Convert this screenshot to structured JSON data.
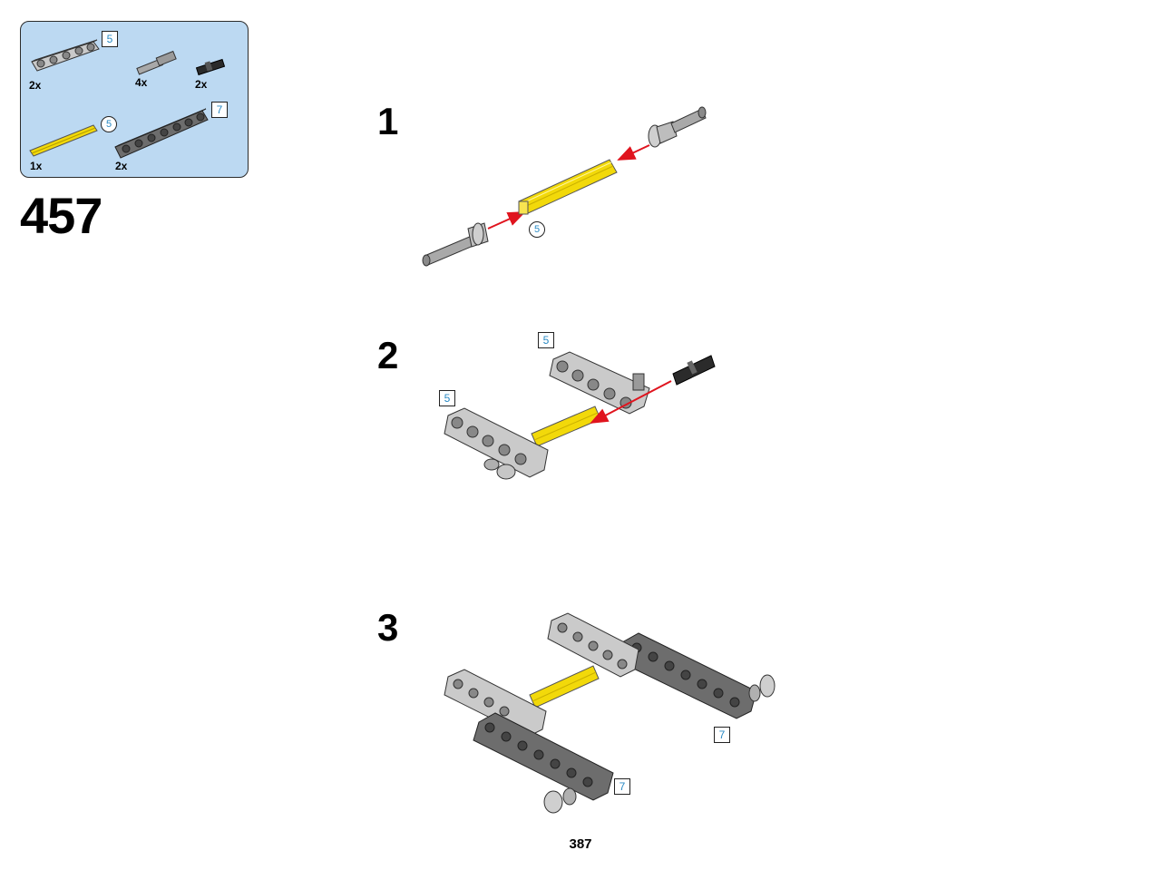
{
  "parts_panel": {
    "items": [
      {
        "name": "beam-5",
        "quantity": "2x",
        "length": "5"
      },
      {
        "name": "pin-with-friction",
        "quantity": "4x"
      },
      {
        "name": "connector-bush",
        "quantity": "2x"
      },
      {
        "name": "axle-5",
        "quantity": "1x",
        "length": "5"
      },
      {
        "name": "beam-7",
        "quantity": "2x",
        "length": "7"
      }
    ]
  },
  "step_number": "457",
  "substeps": [
    {
      "number": "1",
      "callouts": [
        "5"
      ]
    },
    {
      "number": "2",
      "callouts": [
        "5",
        "5"
      ]
    },
    {
      "number": "3",
      "callouts": [
        "7",
        "7"
      ]
    }
  ],
  "page_number": "387",
  "colors": {
    "panel_background": "#bcd9f2",
    "light_gray": "#c8c8c8",
    "dark_gray": "#6a6a6a",
    "yellow": "#f2d90a",
    "arrow_red": "#e0141e",
    "callout_blue": "#2a8ac4"
  }
}
